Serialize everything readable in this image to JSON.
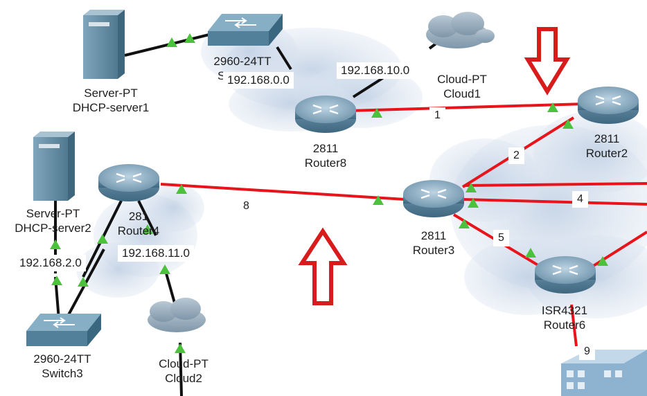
{
  "devices": {
    "server1": {
      "type": "Server-PT",
      "name": "DHCP-server1"
    },
    "server2": {
      "type": "Server-PT",
      "name": "DHCP-server2"
    },
    "switch_top": {
      "type": "2960-24TT",
      "name": "S"
    },
    "switch3": {
      "type": "2960-24TT",
      "name": "Switch3"
    },
    "router8": {
      "model": "2811",
      "name": "Router8"
    },
    "router2": {
      "model": "2811",
      "name": "Router2"
    },
    "router3": {
      "model": "2811",
      "name": "Router3"
    },
    "router4": {
      "model": "281",
      "name": "Router4"
    },
    "router6": {
      "model": "ISR4321",
      "name": "Router6"
    },
    "cloud1": {
      "type": "Cloud-PT",
      "name": "Cloud1"
    },
    "cloud2": {
      "type": "Cloud-PT",
      "name": "Cloud2"
    }
  },
  "networks": {
    "net_0_0": "192.168.0.0",
    "net_10_0": "192.168.10.0",
    "net_2_0": "192.168.2.0",
    "net_11_0": "192.168.11.0"
  },
  "links": {
    "l1": "1",
    "l2": "2",
    "l4": "4",
    "l5": "5",
    "l8": "8",
    "l9": "9"
  },
  "colors": {
    "serial_link": "#e8141b",
    "ethernet_link": "#111111",
    "port_up": "#4cc23c",
    "arrow": "#d81c1c",
    "cloud_region": "#c8d5e6"
  }
}
